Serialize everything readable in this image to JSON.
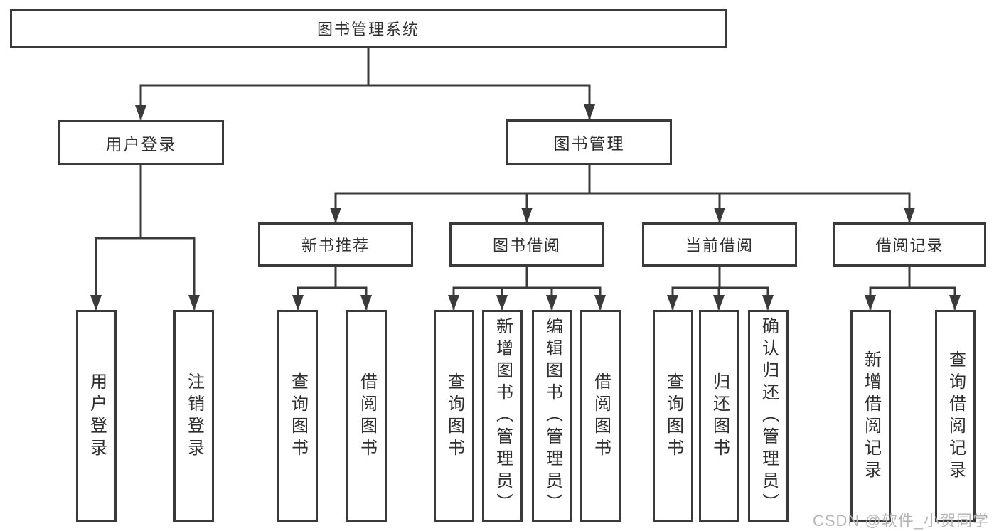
{
  "diagram_title": "图书管理系统",
  "colors": {
    "line": "#3a3a3a",
    "box_border": "#3a3a3a",
    "text": "#2f2f2f",
    "background": "#ffffff",
    "watermark": "#b2b2b2"
  },
  "tree": {
    "root": {
      "label": "图书管理系统"
    },
    "branches": [
      {
        "label": "用户登录",
        "leaves": [
          {
            "label": "用户登录"
          },
          {
            "label": "注销登录"
          }
        ]
      },
      {
        "label": "图书管理",
        "groups": [
          {
            "label": "新书推荐",
            "leaves": [
              {
                "label": "查询图书"
              },
              {
                "label": "借阅图书"
              }
            ]
          },
          {
            "label": "图书借阅",
            "leaves": [
              {
                "label": "查询图书"
              },
              {
                "label": "新增图书（管理员）"
              },
              {
                "label": "编辑图书（管理员）"
              },
              {
                "label": "借阅图书"
              }
            ]
          },
          {
            "label": "当前借阅",
            "leaves": [
              {
                "label": "查询图书"
              },
              {
                "label": "归还图书"
              },
              {
                "label": "确认归还（管理员）"
              }
            ]
          },
          {
            "label": "借阅记录",
            "leaves": [
              {
                "label": "新增借阅记录"
              },
              {
                "label": "查询借阅记录"
              }
            ]
          }
        ]
      }
    ]
  },
  "watermark": {
    "text": "CSDN @软件_小贺同学"
  }
}
